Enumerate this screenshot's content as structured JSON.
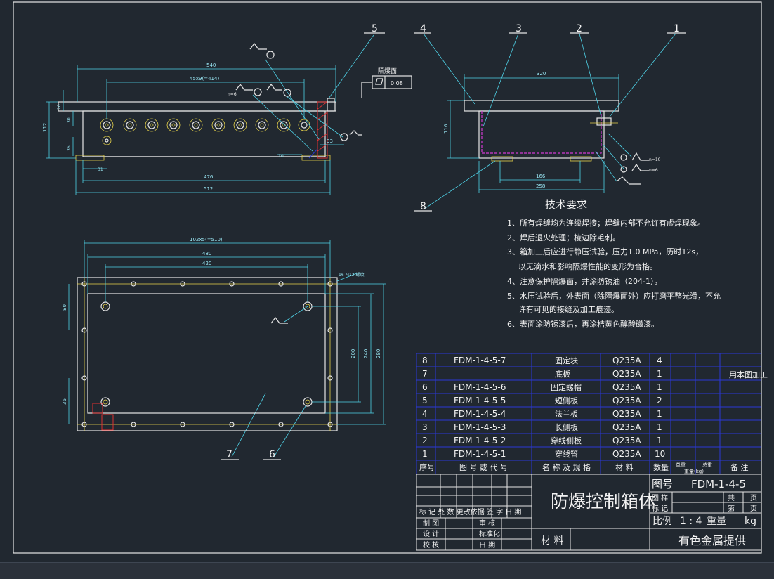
{
  "balloons": {
    "front_5": "5",
    "side_4": "4",
    "side_3": "3",
    "side_2": "2",
    "side_1": "1",
    "side_8": "8",
    "plan_7": "7",
    "plan_6": "6"
  },
  "front_view": {
    "dim_overall": "540",
    "dim_pitch": "45x9(=414)",
    "dim_bottom_inner": "476",
    "dim_bottom_outer": "512",
    "dim_height": "112",
    "dim_flange": "20",
    "dim_hole_row": "30",
    "dim_lower": "36",
    "dim_edge": "31",
    "dim_right_edge": "33",
    "dim_gap": "10",
    "weld_a": "n=6",
    "flatness_label": "隔爆面",
    "flatness_value": "0.08"
  },
  "side_view": {
    "dim_top": "320",
    "dim_height": "116",
    "dim_inner": "166",
    "dim_bottom": "258",
    "weld_a": "n=10",
    "weld_b": "n=6"
  },
  "plan_view": {
    "dim_pitch": "102x5(=510)",
    "dim_480": "480",
    "dim_420": "420",
    "dim_hole_note": "16-M12 螺纹",
    "dim_200": "200",
    "dim_240": "240",
    "dim_280": "280",
    "dim_80": "80",
    "dim_36": "36"
  },
  "tech": {
    "title": "技术要求",
    "lines": [
      "1、所有焊缝均为连续焊接；焊缝内部不允许有虚焊现象。",
      "2、焊后退火处理；棱边除毛刺。",
      "3、箱加工后应进行静压试验，压力1.0 MPa，历时12s，",
      "以无滴水和影响隔爆性能的变形为合格。",
      "4、注意保护隔爆面，并涂防锈油（204-1）。",
      "5、水压试验后，外表面（除隔爆面外）应打磨平整光滑，不允",
      "许有可见的接缝及加工痕迹。",
      "6、表面涂防锈漆后，再涂桔黄色醇酸磁漆。"
    ]
  },
  "parts_table": {
    "rows": [
      {
        "no": "8",
        "code": "FDM-1-4-5-7",
        "name": "固定块",
        "material": "Q235A",
        "qty": "4",
        "note": "用本图加工"
      },
      {
        "no": "7",
        "code": "",
        "name": "底板",
        "material": "Q235A",
        "qty": "1",
        "note": ""
      },
      {
        "no": "6",
        "code": "FDM-1-4-5-6",
        "name": "固定螺帽",
        "material": "Q235A",
        "qty": "1",
        "note": ""
      },
      {
        "no": "5",
        "code": "FDM-1-4-5-5",
        "name": "短侧板",
        "material": "Q235A",
        "qty": "2",
        "note": ""
      },
      {
        "no": "4",
        "code": "FDM-1-4-5-4",
        "name": "法兰板",
        "material": "Q235A",
        "qty": "1",
        "note": ""
      },
      {
        "no": "3",
        "code": "FDM-1-4-5-3",
        "name": "长侧板",
        "material": "Q235A",
        "qty": "1",
        "note": ""
      },
      {
        "no": "2",
        "code": "FDM-1-4-5-2",
        "name": "穿线侧板",
        "material": "Q235A",
        "qty": "1",
        "note": ""
      },
      {
        "no": "1",
        "code": "FDM-1-4-5-1",
        "name": "穿线管",
        "material": "Q235A",
        "qty": "10",
        "note": ""
      }
    ],
    "header": {
      "no": "序号",
      "code": "图 号 或 代 号",
      "name": "名 称 及 规 格",
      "material": "材  料",
      "qty": "数量",
      "unit_weight": "单重",
      "total_weight": "总重",
      "weight_unit": "重量(kg)",
      "note": "备  注"
    }
  },
  "title_block": {
    "drawing_title": "防爆控制箱体",
    "drawing_no_label": "图号",
    "drawing_no": "FDM-1-4-5",
    "stage_label": "图 样",
    "mark_label": "标 记",
    "total_label": "共",
    "sheet_unit_a": "页",
    "page_label": "第",
    "sheet_unit_b": "页",
    "scale_label": "比例",
    "scale_value": "1 : 4",
    "weight_label": "重量",
    "weight_unit": "kg",
    "revision_header": "标 记 处 数  更改依据  签 字 日 期",
    "draw_label": "制 图",
    "design_label": "设 计",
    "check_label": "校 核",
    "review_label": "审 核",
    "standard_label": "标准化",
    "date_label": "日 期",
    "material_label": "材 料",
    "material_value": "有色金属提供"
  },
  "colors": {
    "background": "#212830",
    "dimension": "#4fd3e8",
    "outline": "#e6e6e6",
    "centerline": "#e8d44a",
    "table_grid": "#2b38d6",
    "hidden_line": "#d23ad2"
  }
}
